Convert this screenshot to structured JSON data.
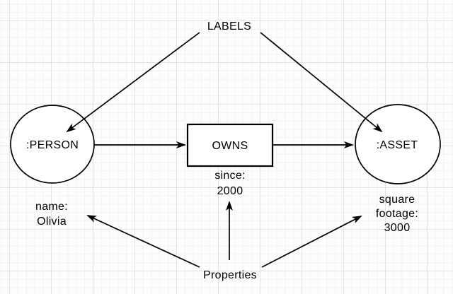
{
  "diagram": {
    "labels_pointer": {
      "text": "LABELS"
    },
    "properties_pointer": {
      "text": "Properties"
    },
    "person_node": {
      "label": ":PERSON",
      "properties": {
        "line1": "name:",
        "line2": "Olivia"
      }
    },
    "owns_relationship": {
      "label": "OWNS",
      "properties": {
        "line1": "since:",
        "line2": "2000"
      }
    },
    "asset_node": {
      "label": ":ASSET",
      "properties": {
        "line1": "square",
        "line2": "footage:",
        "line3": "3000"
      }
    },
    "colors": {
      "stroke": "#000000",
      "shape_fill": "#ffffff",
      "canvas_background": "#fdfdfd",
      "grid_minor_line": "#f2f2f2",
      "grid_major_line": "#e3e3e3",
      "text": "#000000"
    }
  }
}
